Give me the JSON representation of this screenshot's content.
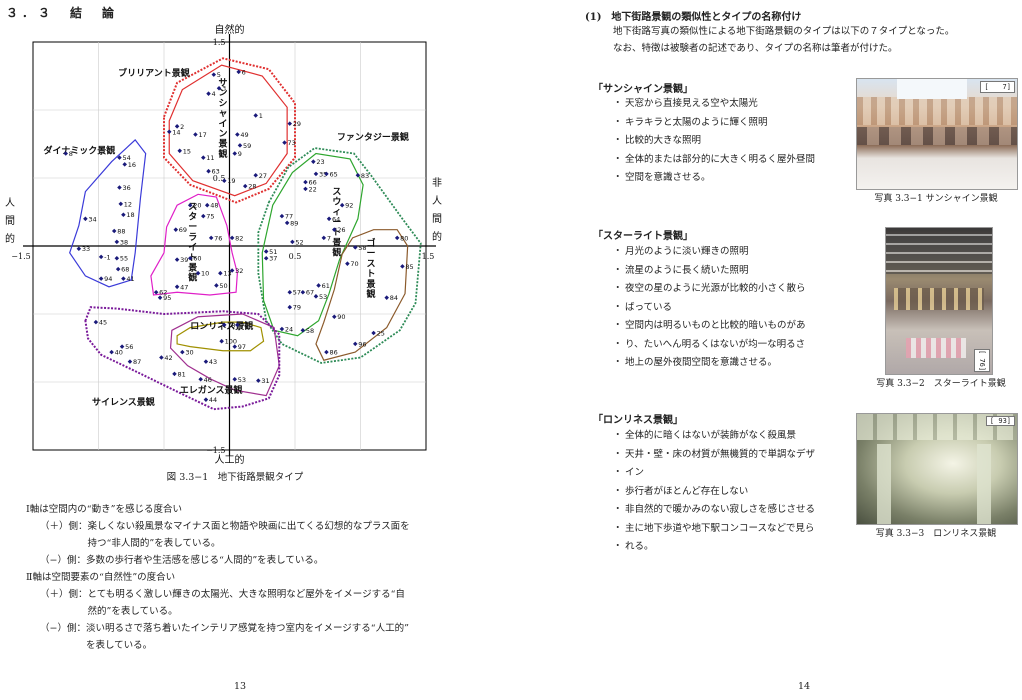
{
  "left_page": {
    "section_title": "３．３　結　論",
    "figure_caption": "図 3.3−1　地下街路景観タイプ",
    "page_number": "13",
    "axis_text": [
      {
        "head": "Ⅰ軸は空間内の“動き”を感じる度合い",
        "items": [
          {
            "sign": "（＋）側：",
            "lines": [
              "楽しくない殺風景なマイナス面と物語や映画に出てくる幻想的なプラス面を",
              "持つ“非人間的”を表している。"
            ]
          },
          {
            "sign": "（−）側：",
            "lines": [
              "多数の歩行者や生活感を感じる“人間的”を表している。"
            ]
          }
        ]
      },
      {
        "head": "Ⅱ軸は空間要素の“自然性”の度合い",
        "items": [
          {
            "sign": "（＋）側：",
            "lines": [
              "とても明るく激しい輝きの太陽光、大きな照明など屋外をイメージする“自",
              "然的”を表している。"
            ]
          },
          {
            "sign": "（−）側：",
            "lines": [
              "淡い明るさで落ち着いたインテリア感覚を持つ室内をイメージする“人工的”",
              "を表している。"
            ]
          }
        ]
      }
    ]
  },
  "right_page": {
    "heading": "(1)　地下街路景観の類似性とタイプの名称付け",
    "intro": [
      "地下街路写真の類似性による地下街路景観のタイプは以下の７タイプとなった。",
      "なお、特徴は被験者の記述であり、タイプの名称は筆者が付けた。"
    ],
    "page_number": "14",
    "types": [
      {
        "title": "「サンシャイン景観」",
        "bullets": [
          "天窓から直接見える空や太陽光",
          "キラキラと太陽のように輝く照明",
          "比較的大きな照明",
          "全体的または部分的に大きく明るく屋外昼間",
          "空間を意識させる。"
        ],
        "photo_label": "[　　7]",
        "photo_caption": "写真 3.3−1 サンシャイン景観"
      },
      {
        "title": "「スターライト景観」",
        "bullets": [
          "月光のように淡い輝きの照明",
          "流星のように長く続いた照明",
          "夜空の星のように光源が比較的小さく散ら",
          "ばっている",
          "空間内は明るいものと比較的暗いものがあ",
          "り、たいへん明るくはないが均一な明るさ",
          "地上の屋外夜間空間を意識させる。"
        ],
        "photo_label": "[ 76]",
        "photo_caption": "写真 3.3−2　スターライト景観"
      },
      {
        "title": "「ロンリネス景観」",
        "bullets": [
          "全体的に暗くはないが装飾がなく殺風景",
          "天井・壁・床の材質が無機質的で単調なデザ",
          "イン",
          "歩行者がほとんど存在しない",
          "非自然的で暖かみのない寂しさを感じさせる",
          "主に地下歩道や地下駅コンコースなどで見ら",
          "れる。"
        ],
        "photo_label": "[ 93]",
        "photo_caption": "写真 3.3−3　ロンリネス景観"
      }
    ]
  },
  "chart_data": {
    "type": "scatter",
    "xlim": [
      -1.5,
      1.5
    ],
    "ylim": [
      -1.5,
      1.5
    ],
    "x_ticks": [
      -1.5,
      0.5,
      1.5
    ],
    "y_ticks": [
      1.5,
      0.5,
      -1.5
    ],
    "axis_label_top": "自然的",
    "axis_label_bottom": "人工的",
    "axis_label_left": "人間的",
    "axis_label_right": "非人間的",
    "grid": true,
    "regions": [
      {
        "name": "ブリリアント景観",
        "color": "#e03030"
      },
      {
        "name": "サンシャイン景観",
        "color": "#e03030"
      },
      {
        "name": "ダイナミック景観",
        "color": "#3b3bd9"
      },
      {
        "name": "スターライト景観",
        "color": "#e020c8"
      },
      {
        "name": "ファンタジー景観",
        "color": "#2e8b57"
      },
      {
        "name": "スウィート景観",
        "color": "#2ea62e"
      },
      {
        "name": "ゴースト景観",
        "color": "#8b5a2b"
      },
      {
        "name": "ロンリネス景観",
        "color": "#a09000"
      },
      {
        "name": "エレガンス景観",
        "color": "#a03090"
      },
      {
        "name": "サイレンス景観",
        "color": "#7a1a9a"
      }
    ],
    "points": [
      {
        "id": "6",
        "x": 0.07,
        "y": 1.28
      },
      {
        "id": "5",
        "x": -0.12,
        "y": 1.26
      },
      {
        "id": "4",
        "x": -0.16,
        "y": 1.12
      },
      {
        "id": "3",
        "x": -0.08,
        "y": 1.16
      },
      {
        "id": "1",
        "x": 0.2,
        "y": 0.96
      },
      {
        "id": "2",
        "x": -0.4,
        "y": 0.88
      },
      {
        "id": "14",
        "x": -0.46,
        "y": 0.84
      },
      {
        "id": "17",
        "x": -0.26,
        "y": 0.82
      },
      {
        "id": "29",
        "x": 0.46,
        "y": 0.9
      },
      {
        "id": "49",
        "x": 0.06,
        "y": 0.82
      },
      {
        "id": "73",
        "x": 0.42,
        "y": 0.76
      },
      {
        "id": "59",
        "x": 0.08,
        "y": 0.74
      },
      {
        "id": "15",
        "x": -0.38,
        "y": 0.7
      },
      {
        "id": "9",
        "x": 0.04,
        "y": 0.68
      },
      {
        "id": "11",
        "x": -0.2,
        "y": 0.65
      },
      {
        "id": "63",
        "x": -0.16,
        "y": 0.55
      },
      {
        "id": "19",
        "x": -0.04,
        "y": 0.48
      },
      {
        "id": "27",
        "x": 0.2,
        "y": 0.52
      },
      {
        "id": "28",
        "x": 0.12,
        "y": 0.44
      },
      {
        "id": "23",
        "x": 0.64,
        "y": 0.62
      },
      {
        "id": "35",
        "x": 0.66,
        "y": 0.53
      },
      {
        "id": "65",
        "x": 0.74,
        "y": 0.53
      },
      {
        "id": "66",
        "x": 0.58,
        "y": 0.47
      },
      {
        "id": "22",
        "x": 0.58,
        "y": 0.42
      },
      {
        "id": "83",
        "x": 0.98,
        "y": 0.52
      },
      {
        "id": "92",
        "x": 0.86,
        "y": 0.3
      },
      {
        "id": "64",
        "x": 0.76,
        "y": 0.2
      },
      {
        "id": "77",
        "x": 0.4,
        "y": 0.22
      },
      {
        "id": "89",
        "x": 0.44,
        "y": 0.17
      },
      {
        "id": "26",
        "x": 0.8,
        "y": 0.12
      },
      {
        "id": "7",
        "x": 0.72,
        "y": 0.06
      },
      {
        "id": "52",
        "x": 0.48,
        "y": 0.03
      },
      {
        "id": "58",
        "x": 0.96,
        "y": -0.01
      },
      {
        "id": "80",
        "x": 1.28,
        "y": 0.06
      },
      {
        "id": "51",
        "x": 0.28,
        "y": -0.04
      },
      {
        "id": "37",
        "x": 0.28,
        "y": -0.09
      },
      {
        "id": "70",
        "x": 0.9,
        "y": -0.13
      },
      {
        "id": "85",
        "x": 1.32,
        "y": -0.15
      },
      {
        "id": "8",
        "x": -1.25,
        "y": 0.68
      },
      {
        "id": "54",
        "x": -0.84,
        "y": 0.65
      },
      {
        "id": "16",
        "x": -0.8,
        "y": 0.6
      },
      {
        "id": "36",
        "x": -0.84,
        "y": 0.43
      },
      {
        "id": "12",
        "x": -0.83,
        "y": 0.31
      },
      {
        "id": "18",
        "x": -0.81,
        "y": 0.23
      },
      {
        "id": "34",
        "x": -1.1,
        "y": 0.2
      },
      {
        "id": "88",
        "x": -0.88,
        "y": 0.11
      },
      {
        "id": "38",
        "x": -0.86,
        "y": 0.03
      },
      {
        "id": "33",
        "x": -1.15,
        "y": -0.02
      },
      {
        "id": "-1",
        "x": -0.98,
        "y": -0.08
      },
      {
        "id": "55",
        "x": -0.86,
        "y": -0.09
      },
      {
        "id": "68",
        "x": -0.85,
        "y": -0.17
      },
      {
        "id": "41",
        "x": -0.81,
        "y": -0.24
      },
      {
        "id": "94",
        "x": -0.98,
        "y": -0.24
      },
      {
        "id": "20",
        "x": -0.3,
        "y": 0.3
      },
      {
        "id": "48",
        "x": -0.17,
        "y": 0.3
      },
      {
        "id": "75",
        "x": -0.2,
        "y": 0.22
      },
      {
        "id": "69",
        "x": -0.41,
        "y": 0.12
      },
      {
        "id": "76",
        "x": -0.14,
        "y": 0.06
      },
      {
        "id": "82",
        "x": 0.02,
        "y": 0.06
      },
      {
        "id": "39",
        "x": -0.4,
        "y": -0.1
      },
      {
        "id": "60",
        "x": -0.3,
        "y": -0.09
      },
      {
        "id": "10",
        "x": -0.24,
        "y": -0.2
      },
      {
        "id": "13",
        "x": -0.07,
        "y": -0.2
      },
      {
        "id": "32",
        "x": 0.02,
        "y": -0.18
      },
      {
        "id": "47",
        "x": -0.4,
        "y": -0.3
      },
      {
        "id": "62",
        "x": -0.56,
        "y": -0.34
      },
      {
        "id": "95",
        "x": -0.53,
        "y": -0.38
      },
      {
        "id": "50",
        "x": -0.1,
        "y": -0.29
      },
      {
        "id": "57",
        "x": 0.46,
        "y": -0.34
      },
      {
        "id": "67",
        "x": 0.56,
        "y": -0.34
      },
      {
        "id": "61",
        "x": 0.68,
        "y": -0.29
      },
      {
        "id": "53",
        "x": 0.66,
        "y": -0.37
      },
      {
        "id": "79",
        "x": 0.46,
        "y": -0.45
      },
      {
        "id": "84",
        "x": 1.2,
        "y": -0.38
      },
      {
        "id": "90",
        "x": 0.8,
        "y": -0.52
      },
      {
        "id": "24",
        "x": 0.4,
        "y": -0.61
      },
      {
        "id": "58b",
        "x": 0.56,
        "y": -0.62
      },
      {
        "id": "25",
        "x": 1.1,
        "y": -0.64
      },
      {
        "id": "96",
        "x": 0.96,
        "y": -0.72
      },
      {
        "id": "86",
        "x": 0.74,
        "y": -0.78
      },
      {
        "id": "45",
        "x": -1.02,
        "y": -0.56
      },
      {
        "id": "56",
        "x": -0.82,
        "y": -0.74
      },
      {
        "id": "40",
        "x": -0.9,
        "y": -0.78
      },
      {
        "id": "87",
        "x": -0.76,
        "y": -0.85
      },
      {
        "id": "42",
        "x": -0.52,
        "y": -0.82
      },
      {
        "id": "30",
        "x": -0.36,
        "y": -0.78
      },
      {
        "id": "81",
        "x": -0.42,
        "y": -0.94
      },
      {
        "id": "46",
        "x": -0.22,
        "y": -0.98
      },
      {
        "id": "43",
        "x": -0.18,
        "y": -0.85
      },
      {
        "id": "44",
        "x": -0.18,
        "y": -1.13
      },
      {
        "id": "53b",
        "x": 0.04,
        "y": -0.98
      },
      {
        "id": "31",
        "x": 0.22,
        "y": -0.99
      },
      {
        "id": "100",
        "x": -0.06,
        "y": -0.7
      },
      {
        "id": "97",
        "x": 0.04,
        "y": -0.74
      },
      {
        "id": "74",
        "x": 0.06,
        "y": -0.58
      },
      {
        "id": "78",
        "x": -0.04,
        "y": -0.58
      }
    ]
  }
}
